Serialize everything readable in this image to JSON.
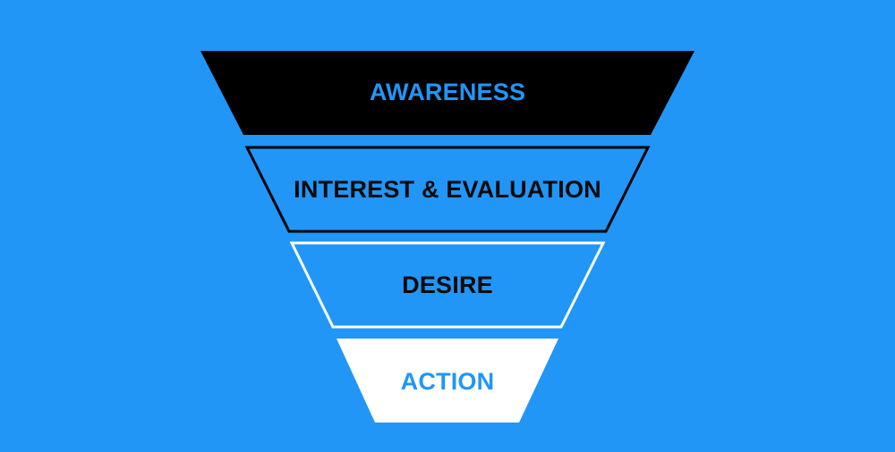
{
  "funnel": {
    "stages": [
      {
        "label": "AWARENESS",
        "fill": "#000000",
        "stroke": "none",
        "text_color": "#2196f7"
      },
      {
        "label": "INTEREST & EVALUATION",
        "fill": "#2196f7",
        "stroke": "#000000",
        "text_color": "#0a0a0a"
      },
      {
        "label": "DESIRE",
        "fill": "#2196f7",
        "stroke": "#ffffff",
        "text_color": "#0a0a0a"
      },
      {
        "label": "ACTION",
        "fill": "#ffffff",
        "stroke": "none",
        "text_color": "#2196f7"
      }
    ]
  },
  "colors": {
    "background": "#2196f7"
  }
}
